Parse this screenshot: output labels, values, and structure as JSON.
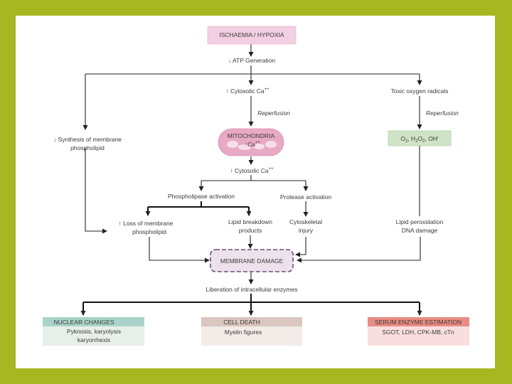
{
  "colors": {
    "frame_border": "#a5b721",
    "top_box": "#f3cfe2",
    "mito_fill": "#e8a9c4",
    "oxy_box": "#cfe3c6",
    "membrane_box": "#ede1ec",
    "nuclear_header": "#a9d3c9",
    "nuclear_body": "#e8efe8",
    "celldeath_header": "#d9c6bf",
    "celldeath_body": "#f2ebe7",
    "serum_header": "#e98b84",
    "serum_body": "#f8dede"
  },
  "diagram": {
    "top": "ISCHAEMIA / HYPOXIA",
    "atp": "↓ ATP Generation",
    "cyto1": "↑ Cytosolic Ca",
    "cyto1_sup": "++",
    "toxic": "Toxic oxygen radicals",
    "reperfusion_left": "Reperfusion",
    "reperfusion_right": "Reperfusion",
    "synth_line1": "↓ Synthesis of membrane",
    "synth_line2": "phospholipid",
    "mito_title": "MITOCHONDRIA",
    "mito_ca": "↑Ca",
    "mito_ca_sup": "++",
    "oxy_o2": "O",
    "oxy_sub1": "2",
    "oxy_h2o2_a": ", H",
    "oxy_sub2": "2",
    "oxy_h2o2_b": "O",
    "oxy_sub3": "2",
    "oxy_oh": ", OH'",
    "cyto2": "↑ Cytosolic Ca",
    "cyto2_sup": "++",
    "phospholipase": "Phospholipase activation",
    "protease": "Protease activation",
    "loss_line1": "↑ Loss of membrane",
    "loss_line2": "phospholipid",
    "lipid_line1": "Lipid breakdown",
    "lipid_line2": "products",
    "cytoskel_line1": "Cytoskeletal",
    "cytoskel_line2": "injury",
    "perox_line1": "Lipid peroxidation",
    "perox_line2": "DNA damage",
    "membrane": "MEMBRANE DAMAGE",
    "liberation": "Liberation of intracellular enzymes",
    "nuclear_header": "NUCLEAR CHANGES",
    "nuclear_line1": "Pyknosis, karyolysis",
    "nuclear_line2": "karyorrhexis",
    "celldeath_header": "CELL DEATH",
    "celldeath_line1": "Myelin figures",
    "serum_header": "SERUM ENZYME ESTIMATION",
    "serum_line1": "SGOT, LDH, CPK-MB, cTn"
  }
}
